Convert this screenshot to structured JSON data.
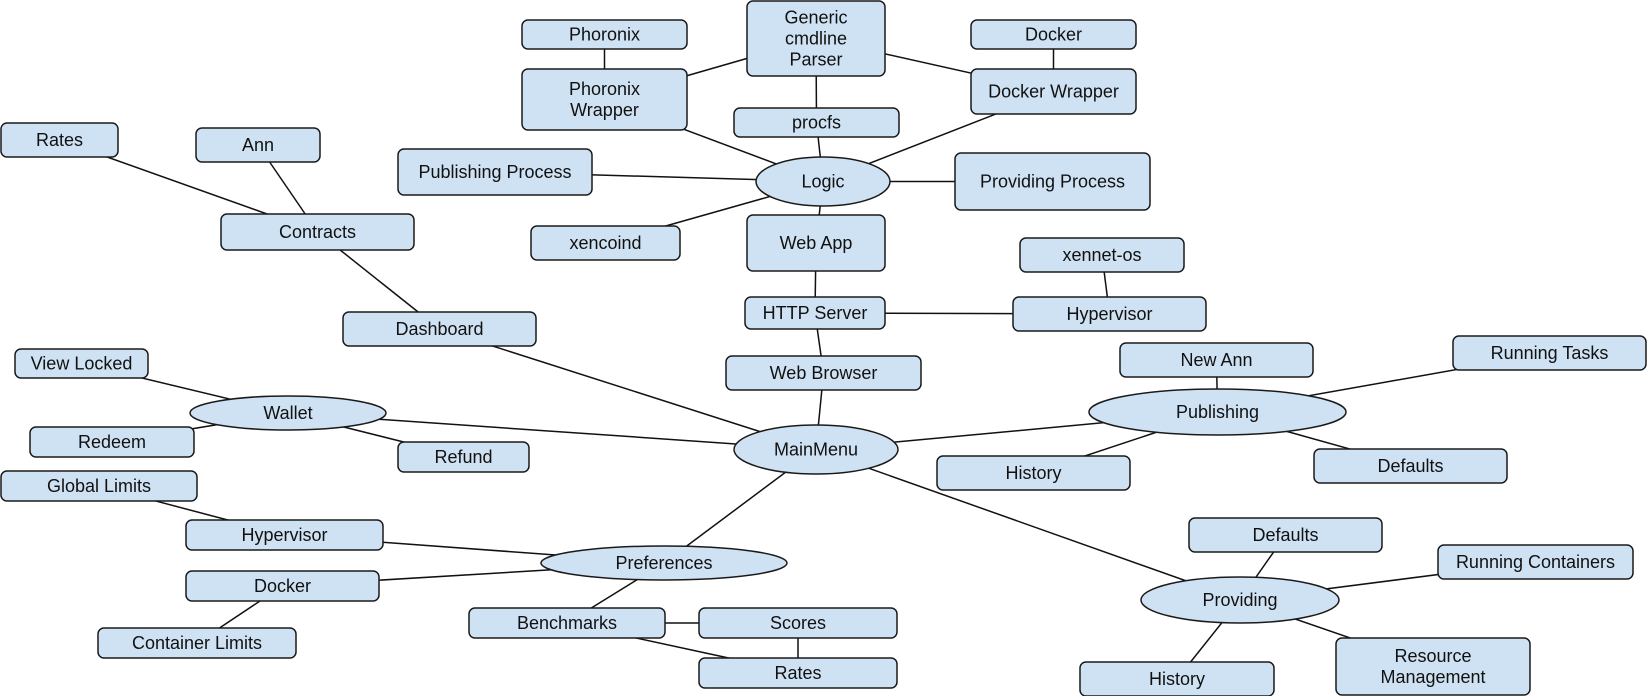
{
  "nodes": [
    {
      "id": "generic",
      "lines": [
        "Generic",
        "cmdline",
        "Parser"
      ],
      "shape": "rect"
    },
    {
      "id": "phoronix",
      "lines": [
        "Phoronix"
      ],
      "shape": "rect"
    },
    {
      "id": "docker_top",
      "lines": [
        "Docker"
      ],
      "shape": "rect"
    },
    {
      "id": "phoronix_wrapper",
      "lines": [
        "Phoronix",
        "Wrapper"
      ],
      "shape": "rect"
    },
    {
      "id": "docker_wrapper",
      "lines": [
        "Docker Wrapper"
      ],
      "shape": "rect"
    },
    {
      "id": "procfs",
      "lines": [
        "procfs"
      ],
      "shape": "rect"
    },
    {
      "id": "rates_top",
      "lines": [
        "Rates"
      ],
      "shape": "rect"
    },
    {
      "id": "ann",
      "lines": [
        "Ann"
      ],
      "shape": "rect"
    },
    {
      "id": "publishing_process",
      "lines": [
        "Publishing Process"
      ],
      "shape": "rect"
    },
    {
      "id": "logic",
      "lines": [
        "Logic"
      ],
      "shape": "ellipse"
    },
    {
      "id": "providing_process",
      "lines": [
        "Providing Process"
      ],
      "shape": "rect"
    },
    {
      "id": "contracts",
      "lines": [
        "Contracts"
      ],
      "shape": "rect"
    },
    {
      "id": "xencoind",
      "lines": [
        "xencoind"
      ],
      "shape": "rect"
    },
    {
      "id": "web_app",
      "lines": [
        "Web App"
      ],
      "shape": "rect"
    },
    {
      "id": "xennet_os",
      "lines": [
        "xennet-os"
      ],
      "shape": "rect"
    },
    {
      "id": "http_server",
      "lines": [
        "HTTP Server"
      ],
      "shape": "rect"
    },
    {
      "id": "hypervisor_top",
      "lines": [
        "Hypervisor"
      ],
      "shape": "rect"
    },
    {
      "id": "dashboard",
      "lines": [
        "Dashboard"
      ],
      "shape": "rect"
    },
    {
      "id": "view_locked",
      "lines": [
        "View Locked"
      ],
      "shape": "rect"
    },
    {
      "id": "web_browser",
      "lines": [
        "Web Browser"
      ],
      "shape": "rect"
    },
    {
      "id": "new_ann",
      "lines": [
        "New Ann"
      ],
      "shape": "rect"
    },
    {
      "id": "running_tasks",
      "lines": [
        "Running Tasks"
      ],
      "shape": "rect"
    },
    {
      "id": "wallet",
      "lines": [
        "Wallet"
      ],
      "shape": "ellipse"
    },
    {
      "id": "publishing",
      "lines": [
        "Publishing"
      ],
      "shape": "ellipse"
    },
    {
      "id": "redeem",
      "lines": [
        "Redeem"
      ],
      "shape": "rect"
    },
    {
      "id": "refund",
      "lines": [
        "Refund"
      ],
      "shape": "rect"
    },
    {
      "id": "mainmenu",
      "lines": [
        "MainMenu"
      ],
      "shape": "ellipse"
    },
    {
      "id": "defaults_pub",
      "lines": [
        "Defaults"
      ],
      "shape": "rect"
    },
    {
      "id": "history_pub",
      "lines": [
        "History"
      ],
      "shape": "rect"
    },
    {
      "id": "global_limits",
      "lines": [
        "Global Limits"
      ],
      "shape": "rect"
    },
    {
      "id": "hypervisor_pref",
      "lines": [
        "Hypervisor"
      ],
      "shape": "rect"
    },
    {
      "id": "defaults_prov",
      "lines": [
        "Defaults"
      ],
      "shape": "rect"
    },
    {
      "id": "running_containers",
      "lines": [
        "Running Containers"
      ],
      "shape": "rect"
    },
    {
      "id": "preferences",
      "lines": [
        "Preferences"
      ],
      "shape": "ellipse"
    },
    {
      "id": "docker_pref",
      "lines": [
        "Docker"
      ],
      "shape": "rect"
    },
    {
      "id": "providing",
      "lines": [
        "Providing"
      ],
      "shape": "ellipse"
    },
    {
      "id": "benchmarks",
      "lines": [
        "Benchmarks"
      ],
      "shape": "rect"
    },
    {
      "id": "scores",
      "lines": [
        "Scores"
      ],
      "shape": "rect"
    },
    {
      "id": "container_limits",
      "lines": [
        "Container Limits"
      ],
      "shape": "rect"
    },
    {
      "id": "resource_mgmt",
      "lines": [
        "Resource",
        "Management"
      ],
      "shape": "rect"
    },
    {
      "id": "rates_bottom",
      "lines": [
        "Rates"
      ],
      "shape": "rect"
    },
    {
      "id": "history_prov",
      "lines": [
        "History"
      ],
      "shape": "rect"
    }
  ],
  "edges": [
    [
      "phoronix_wrapper",
      "generic"
    ],
    [
      "generic",
      "docker_wrapper"
    ],
    [
      "generic",
      "procfs"
    ],
    [
      "phoronix",
      "phoronix_wrapper"
    ],
    [
      "docker_top",
      "docker_wrapper"
    ],
    [
      "phoronix_wrapper",
      "logic"
    ],
    [
      "docker_wrapper",
      "logic"
    ],
    [
      "procfs",
      "logic"
    ],
    [
      "publishing_process",
      "logic"
    ],
    [
      "logic",
      "providing_process"
    ],
    [
      "logic",
      "xencoind"
    ],
    [
      "logic",
      "web_app"
    ],
    [
      "web_app",
      "http_server"
    ],
    [
      "http_server",
      "hypervisor_top"
    ],
    [
      "hypervisor_top",
      "xennet_os"
    ],
    [
      "http_server",
      "web_browser"
    ],
    [
      "web_browser",
      "mainmenu"
    ],
    [
      "rates_top",
      "contracts"
    ],
    [
      "ann",
      "contracts"
    ],
    [
      "contracts",
      "dashboard"
    ],
    [
      "dashboard",
      "mainmenu"
    ],
    [
      "view_locked",
      "wallet"
    ],
    [
      "redeem",
      "wallet"
    ],
    [
      "wallet",
      "refund"
    ],
    [
      "wallet",
      "mainmenu"
    ],
    [
      "mainmenu",
      "publishing"
    ],
    [
      "new_ann",
      "publishing"
    ],
    [
      "publishing",
      "running_tasks"
    ],
    [
      "publishing",
      "defaults_pub"
    ],
    [
      "publishing",
      "history_pub"
    ],
    [
      "mainmenu",
      "preferences"
    ],
    [
      "mainmenu",
      "providing"
    ],
    [
      "global_limits",
      "hypervisor_pref"
    ],
    [
      "hypervisor_pref",
      "preferences"
    ],
    [
      "docker_pref",
      "preferences"
    ],
    [
      "docker_pref",
      "container_limits"
    ],
    [
      "preferences",
      "benchmarks"
    ],
    [
      "benchmarks",
      "scores"
    ],
    [
      "scores",
      "rates_bottom"
    ],
    [
      "benchmarks",
      "rates_bottom"
    ],
    [
      "defaults_prov",
      "providing"
    ],
    [
      "providing",
      "running_containers"
    ],
    [
      "providing",
      "resource_mgmt"
    ],
    [
      "providing",
      "history_prov"
    ]
  ]
}
